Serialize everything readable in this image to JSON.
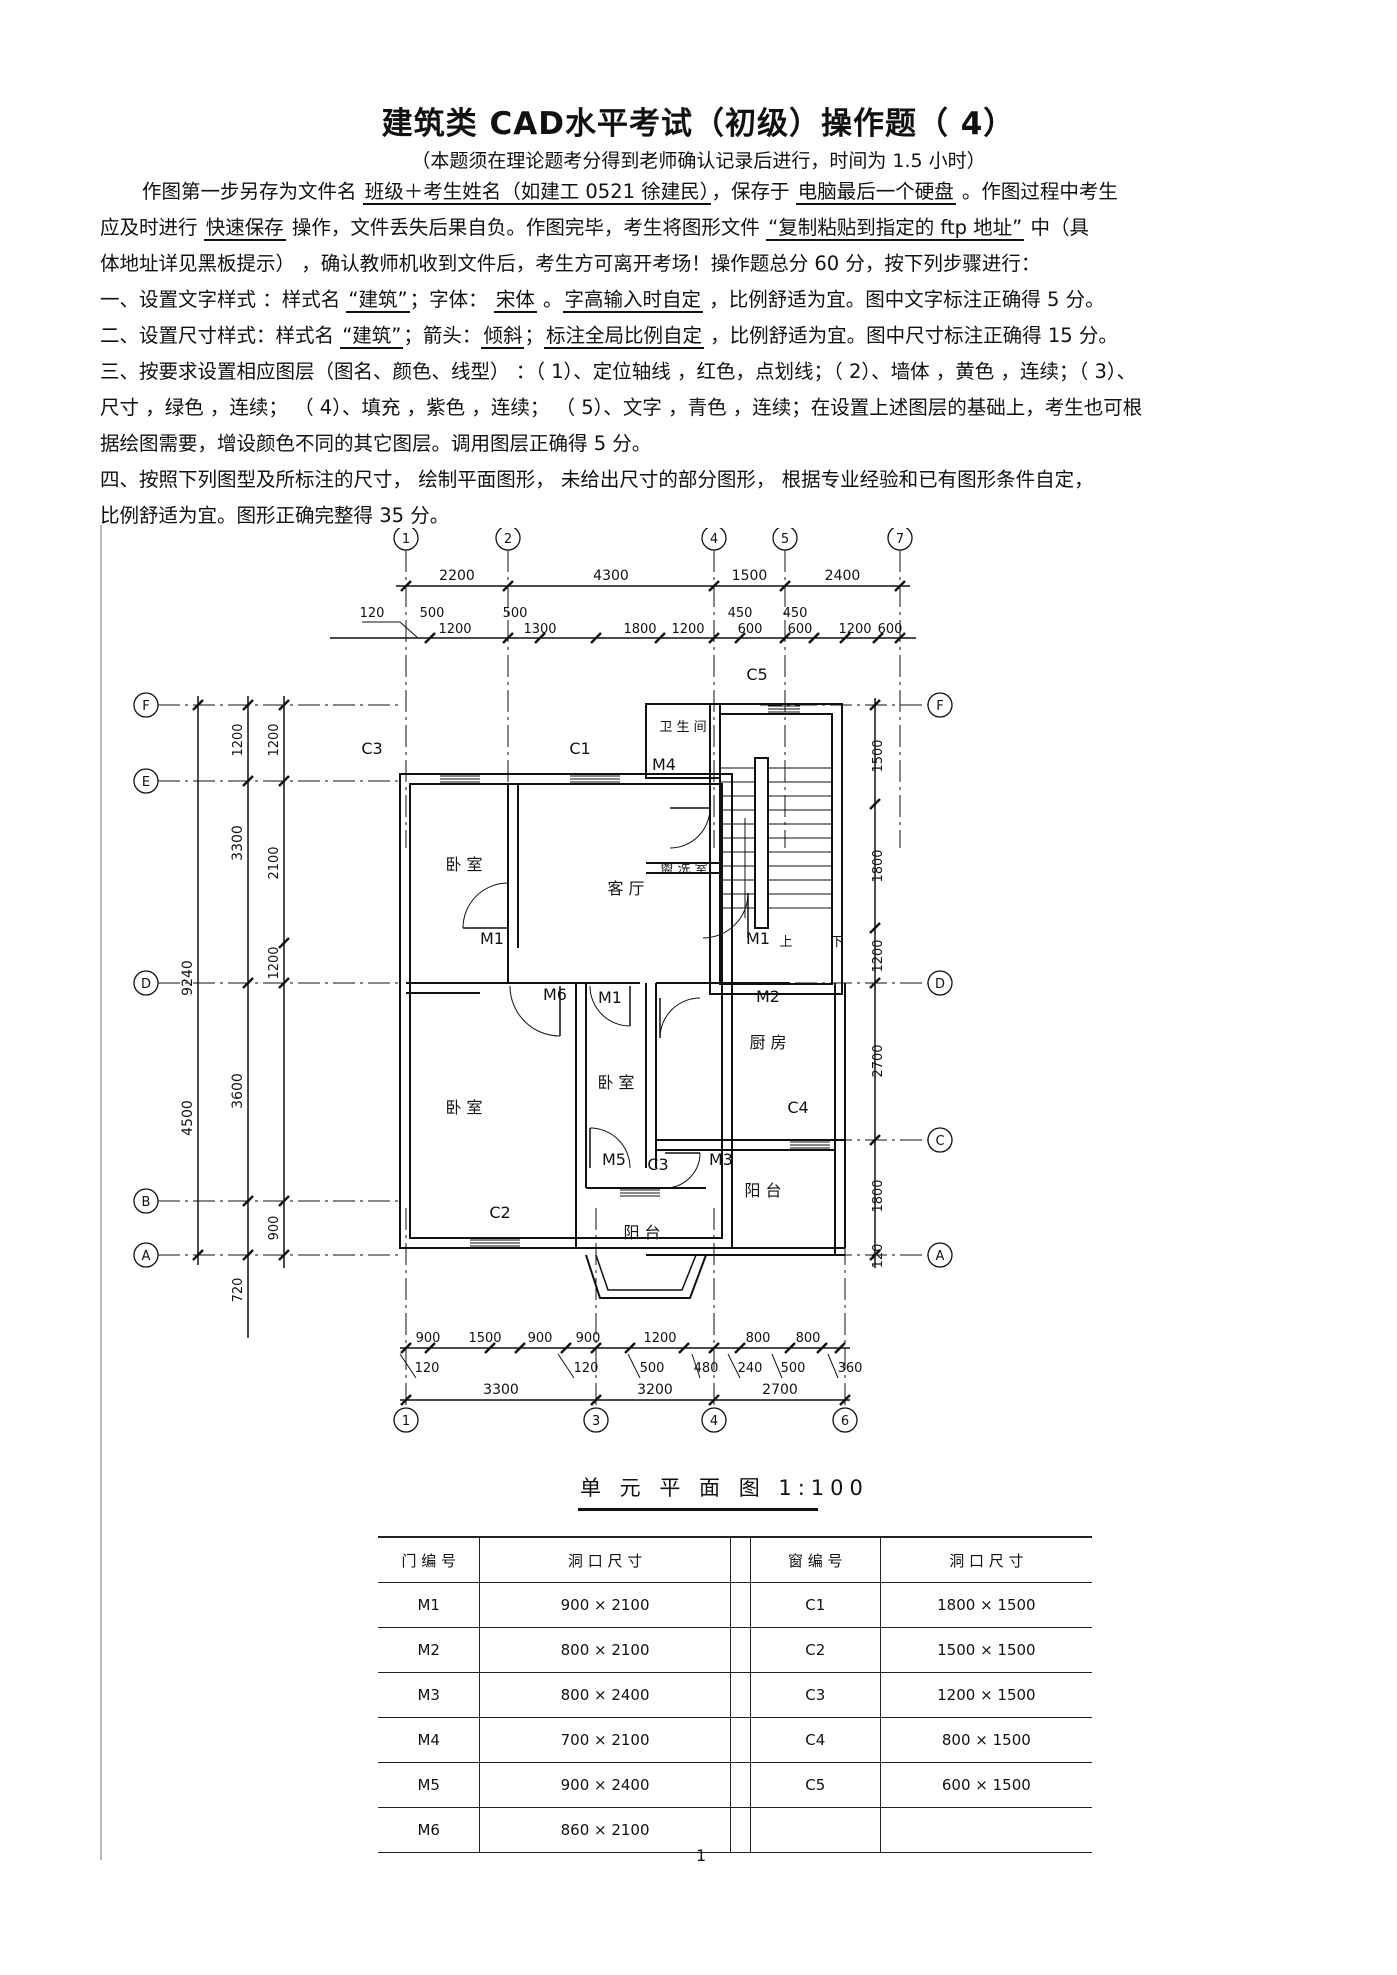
{
  "title": "建筑类  CAD水平考试（初级）操作题（      4）",
  "subtitle": "（本题须在理论题考分得到老师确认记录后进行，时间为          1.5  小时）",
  "intro": {
    "l1_a": "作图第一步另存为文件名 ",
    "l1_u1": "班级＋考生姓名（如建工    0521 徐建民）",
    "l1_b": "，保存于 ",
    "l1_u2": "电脑最后一个硬盘",
    "l1_c": " 。作图过程中考生",
    "l2_a": "应及时进行 ",
    "l2_u1": "快速保存",
    "l2_b": " 操作，文件丢失后果自负。作图完毕，考生将图形文件           ",
    "l2_u2": "“复制粘贴到指定的     ftp  地址”",
    "l2_c": " 中（具",
    "l3": "体地址详见黑板提示）    ，确认教师机收到文件后，考生方可离开考场！操作题总分              60 分，按下列步骤进行："
  },
  "steps": {
    "s1_a": "一、设置文字样式   ：样式名 ",
    "s1_u1": "“建筑”",
    "s1_b": "；字体： ",
    "s1_u2": "宋体",
    "s1_c": " 。",
    "s1_u3": "字高输入时自定",
    "s1_d": "  ，比例舒适为宜。图中文字标注正确得       5 分。",
    "s2_a": "二、设置尺寸样式：样式名   ",
    "s2_u1": "“建筑”",
    "s2_b": "；箭头：",
    "s2_u2": "倾斜",
    "s2_c": "；",
    "s2_u3": "标注全局比例自定",
    "s2_d": "  ，比例舒适为宜。图中尺寸标注正确得       15 分。",
    "s3_l1": "三、按要求设置相应图层（图名、颜色、线型）        ：（ 1）、定位轴线 ，红色，点划线；（ 2）、墙体 ，黄色 ，连续；（ 3）、",
    "s3_l2": "尺寸 ，绿色 ，连续；  （ 4）、填充 ，紫色 ，连续；  （ 5）、文字 ，青色 ，连续；在设置上述图层的基础上，考生也可根",
    "s3_l3": "据绘图需要，增设颜色不同的其它图层。调用图层正确得           5 分。",
    "s4_l1": "四、按照下列图型及所标注的尺寸，      绘制平面图形，  未给出尺寸的部分图形，     根据专业经验和已有图形条件自定，",
    "s4_l2": "比例舒适为宜。图形正确完整得      35 分。"
  },
  "plan": {
    "top_axes": [
      "1",
      "2",
      "4",
      "5",
      "7"
    ],
    "bottom_axes": [
      "1",
      "3",
      "4",
      "6"
    ],
    "left_axes": [
      "F",
      "E",
      "D",
      "B",
      "A"
    ],
    "right_axes": [
      "F",
      "D",
      "C",
      "A"
    ],
    "top_dims_1": [
      "2200",
      "4300",
      "1500",
      "2400"
    ],
    "top_dims_2": [
      "1200",
      "1300",
      "1800",
      "1200",
      "600",
      "600",
      "1200",
      "600"
    ],
    "top_dims_3": [
      "120",
      "500",
      "500",
      "450",
      "450"
    ],
    "bottom_dims_1": [
      "900",
      "1500",
      "900",
      "900",
      "1200",
      "800",
      "800"
    ],
    "bottom_dims_2": [
      "120",
      "120",
      "500",
      "480",
      "240",
      "500",
      "360"
    ],
    "bottom_dims_3": [
      "3300",
      "3200",
      "2700"
    ],
    "left_dims_1": [
      "9240",
      "4500"
    ],
    "left_dims_2": [
      "1200",
      "3300",
      "3600",
      "720"
    ],
    "left_dims_3": [
      "1200",
      "2100",
      "1200",
      "900"
    ],
    "right_dims": [
      "1500",
      "1800",
      "1200",
      "2700",
      "1800",
      "120"
    ],
    "rooms": {
      "bedroom": "卧 室",
      "living": "客 厅",
      "toilet": "卫 生 间",
      "wash": "盥 洗 室",
      "kitchen": "厨 房",
      "balcony": "阳 台",
      "up": "上",
      "down": "下"
    },
    "doors": [
      "M1",
      "M1",
      "M1",
      "M2",
      "M3",
      "M4",
      "M5",
      "M6"
    ],
    "windows": [
      "C1",
      "C2",
      "C3",
      "C3",
      "C4",
      "C5"
    ]
  },
  "plan_title": "单 元 平 面 图 1:100",
  "schedule": {
    "door_header": "门 编 号",
    "door_size_header": "洞 口 尺 寸",
    "window_header": "窗 编 号",
    "window_size_header": "洞 口 尺 寸",
    "rows": [
      {
        "door": "M1",
        "dsize": "900  × 2100",
        "win": "C1",
        "wsize": "1800 × 1500"
      },
      {
        "door": "M2",
        "dsize": "800  × 2100",
        "win": "C2",
        "wsize": "1500 × 1500"
      },
      {
        "door": "M3",
        "dsize": "800  × 2400",
        "win": "C3",
        "wsize": "1200 × 1500"
      },
      {
        "door": "M4",
        "dsize": "700  × 2100",
        "win": "C4",
        "wsize": "800  × 1500"
      },
      {
        "door": "M5",
        "dsize": "900  × 2400",
        "win": "C5",
        "wsize": "600  × 1500"
      },
      {
        "door": "M6",
        "dsize": "860  × 2100",
        "win": "",
        "wsize": ""
      }
    ]
  },
  "page_number": "1"
}
